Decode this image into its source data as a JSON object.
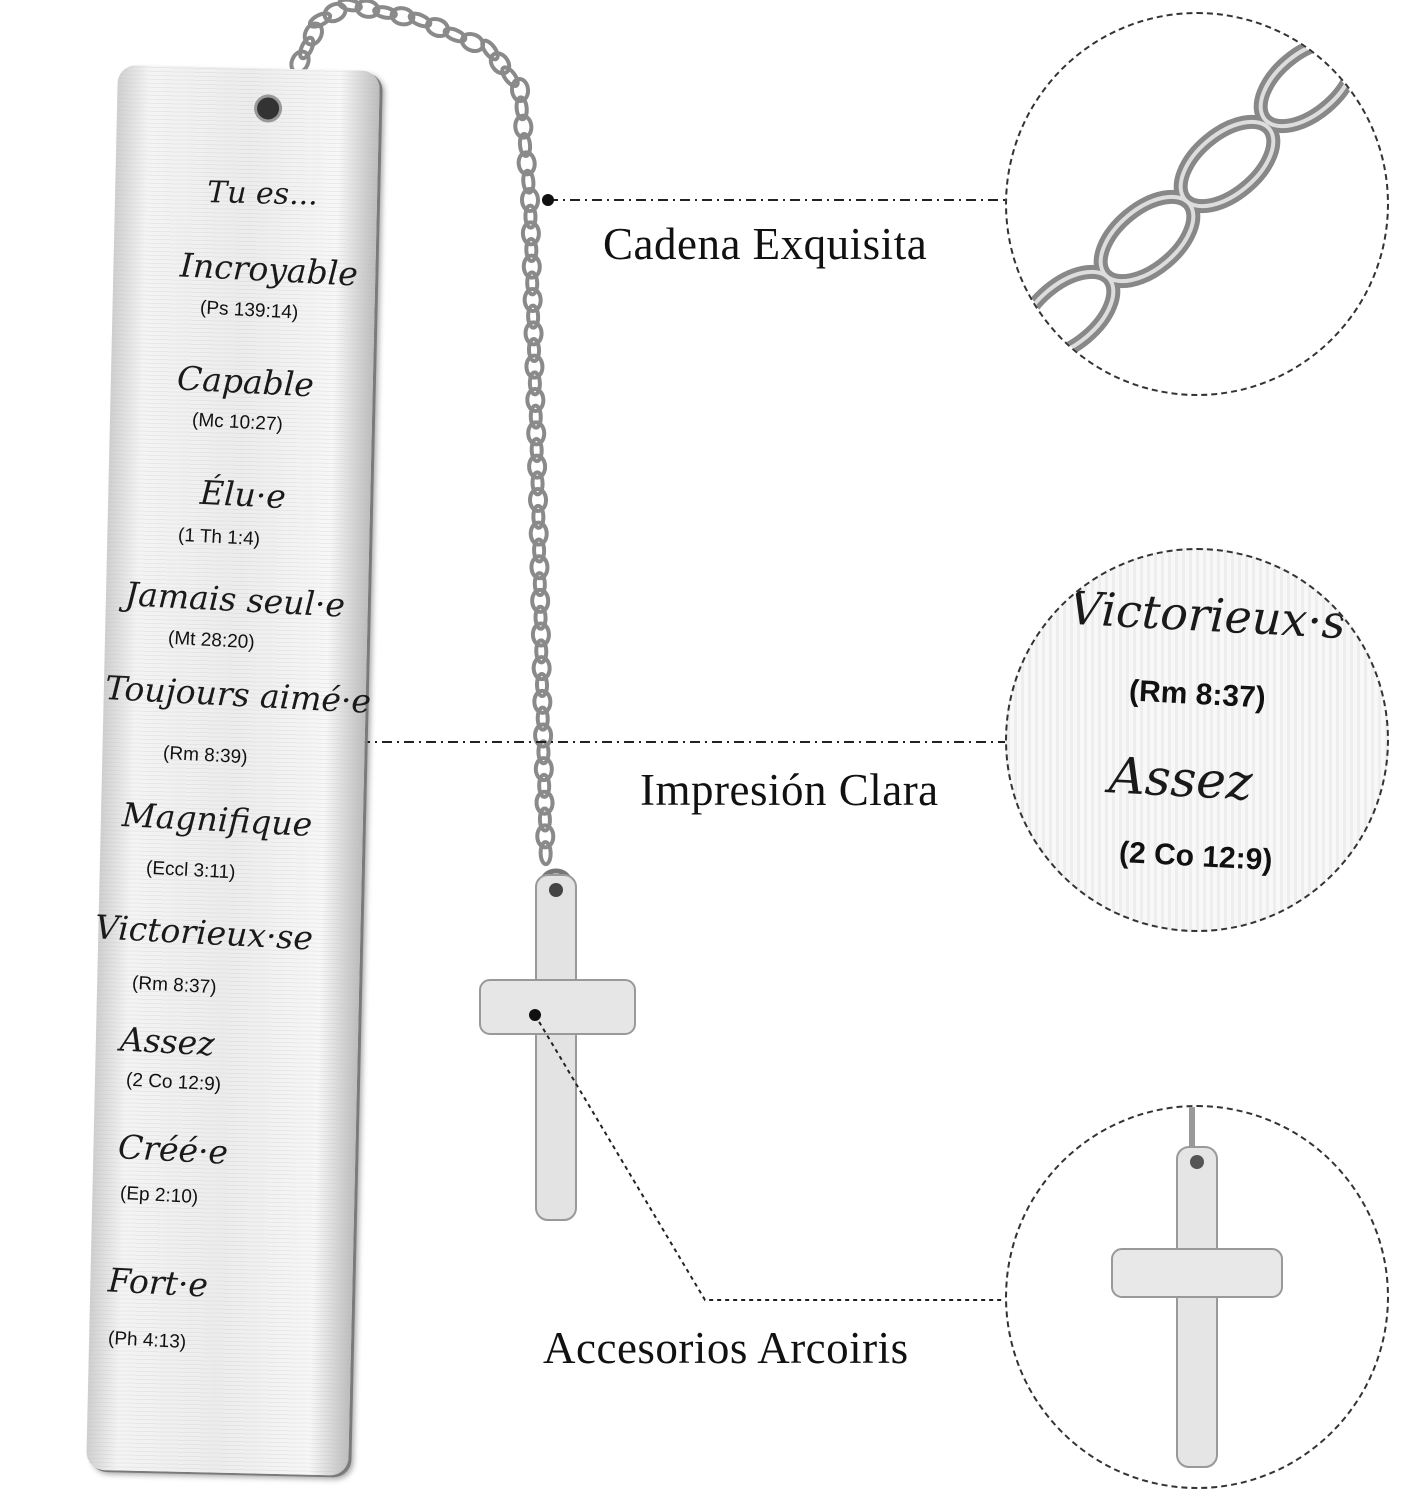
{
  "bookmark": {
    "heading": "Tu es...",
    "entries": [
      {
        "word": "Incroyable",
        "ref": "(Ps 139:14)"
      },
      {
        "word": "Capable",
        "ref": "(Mc 10:27)"
      },
      {
        "word": "Élu·e",
        "ref": "(1 Th 1:4)"
      },
      {
        "word": "Jamais seul·e",
        "ref": "(Mt 28:20)"
      },
      {
        "word": "Toujours aimé·e",
        "ref": "(Rm 8:39)"
      },
      {
        "word": "Magnifique",
        "ref": "(Eccl 3:11)"
      },
      {
        "word": "Victorieux·se",
        "ref": "(Rm 8:37)"
      },
      {
        "word": "Assez",
        "ref": "(2 Co 12:9)"
      },
      {
        "word": "Créé·e",
        "ref": "(Ep 2:10)"
      },
      {
        "word": "Fort·e",
        "ref": "(Ph 4:13)"
      }
    ]
  },
  "callouts": [
    {
      "label": "Cadena Exquisita"
    },
    {
      "label": "Impresión Clara",
      "zoom_words": [
        "Victorieux·s",
        "(Rm 8:37)",
        "Assez",
        "(2 Co 12:9)"
      ]
    },
    {
      "label": "Accesorios Arcoiris"
    }
  ]
}
